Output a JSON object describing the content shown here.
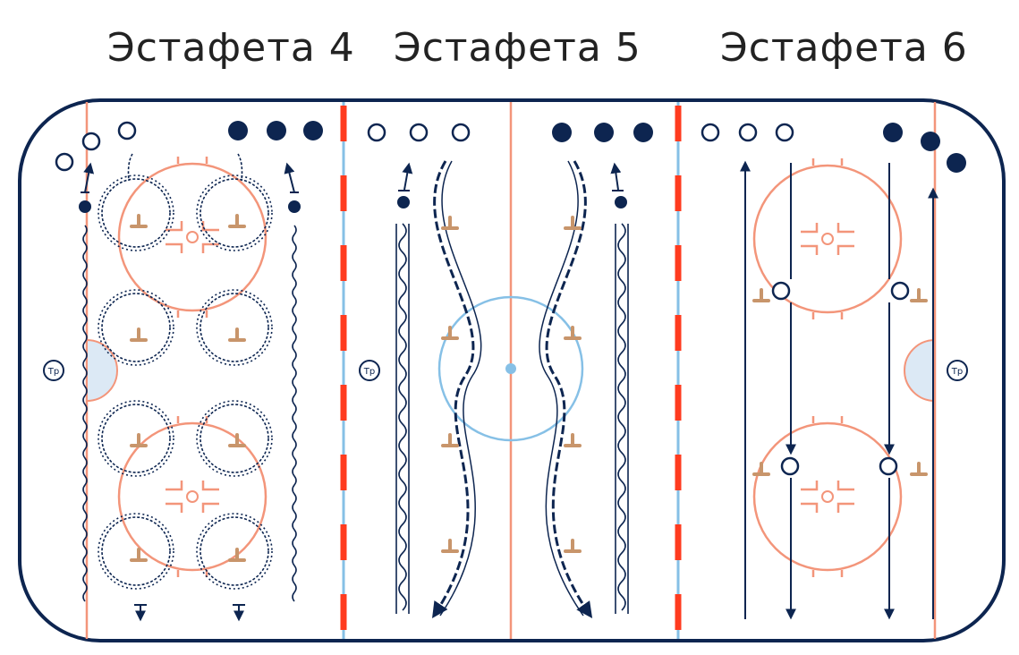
{
  "titles": [
    "Эстафета 4",
    "Эстафета 5",
    "Эстафета 6"
  ],
  "goalie_label": "Тр",
  "colors": {
    "rink_border": "#0d2550",
    "player": "#0d2550",
    "red_line": "#ff3b1f",
    "blue_line": "#86c0e6",
    "faceoff": "#f3957a",
    "cone": "#c8956b",
    "crease_fill": "#dce9f5"
  }
}
